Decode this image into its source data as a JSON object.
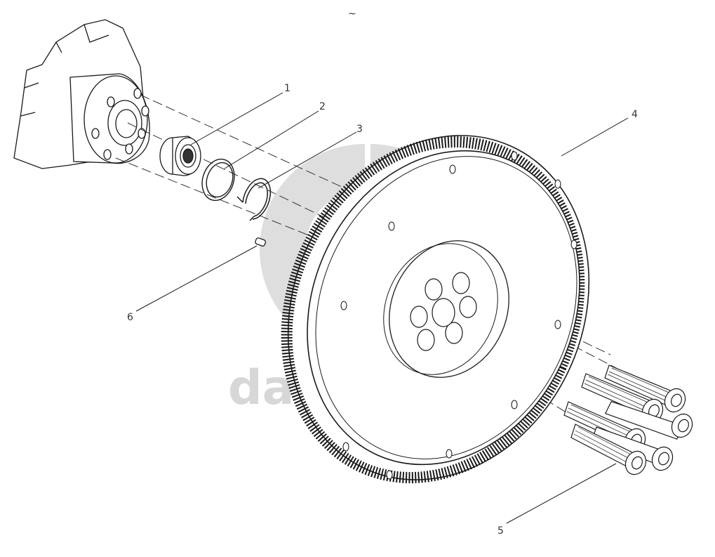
{
  "diagram": {
    "callouts": [
      "1",
      "2",
      "3",
      "4",
      "5",
      "6"
    ],
    "top_mark": "~"
  },
  "watermark": {
    "text": "data-parts",
    "color": "#c9c9c9"
  },
  "colors": {
    "line": "#1a1a1a",
    "background": "#ffffff"
  }
}
